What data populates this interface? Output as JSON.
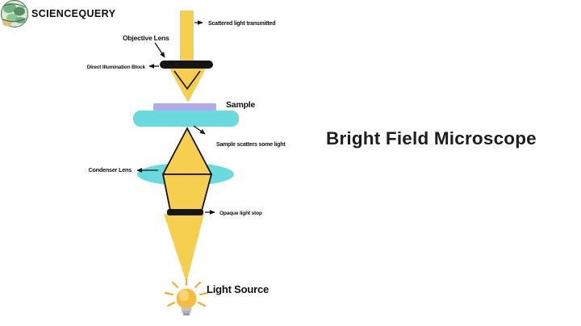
{
  "brand": {
    "name": "SCIENCEQUERY"
  },
  "title": "Bright Field Microscope",
  "diagram": {
    "labels": {
      "scattered_light": "Scattered light transmitted",
      "objective_lens": "Objective Lens",
      "illumination_block": "Direct Illumination Block",
      "sample": "Sample",
      "sample_scatters": "Sample scatters some light",
      "condenser_lens": "Condenser Lens",
      "opaque_stop": "Opaque light stop",
      "light_source": "Light Source"
    },
    "colors": {
      "beam": "#f6cf4e",
      "lens": "#69dade",
      "slide": "#b3aae8",
      "block": "#151515",
      "ray": "#f2ae35"
    }
  }
}
